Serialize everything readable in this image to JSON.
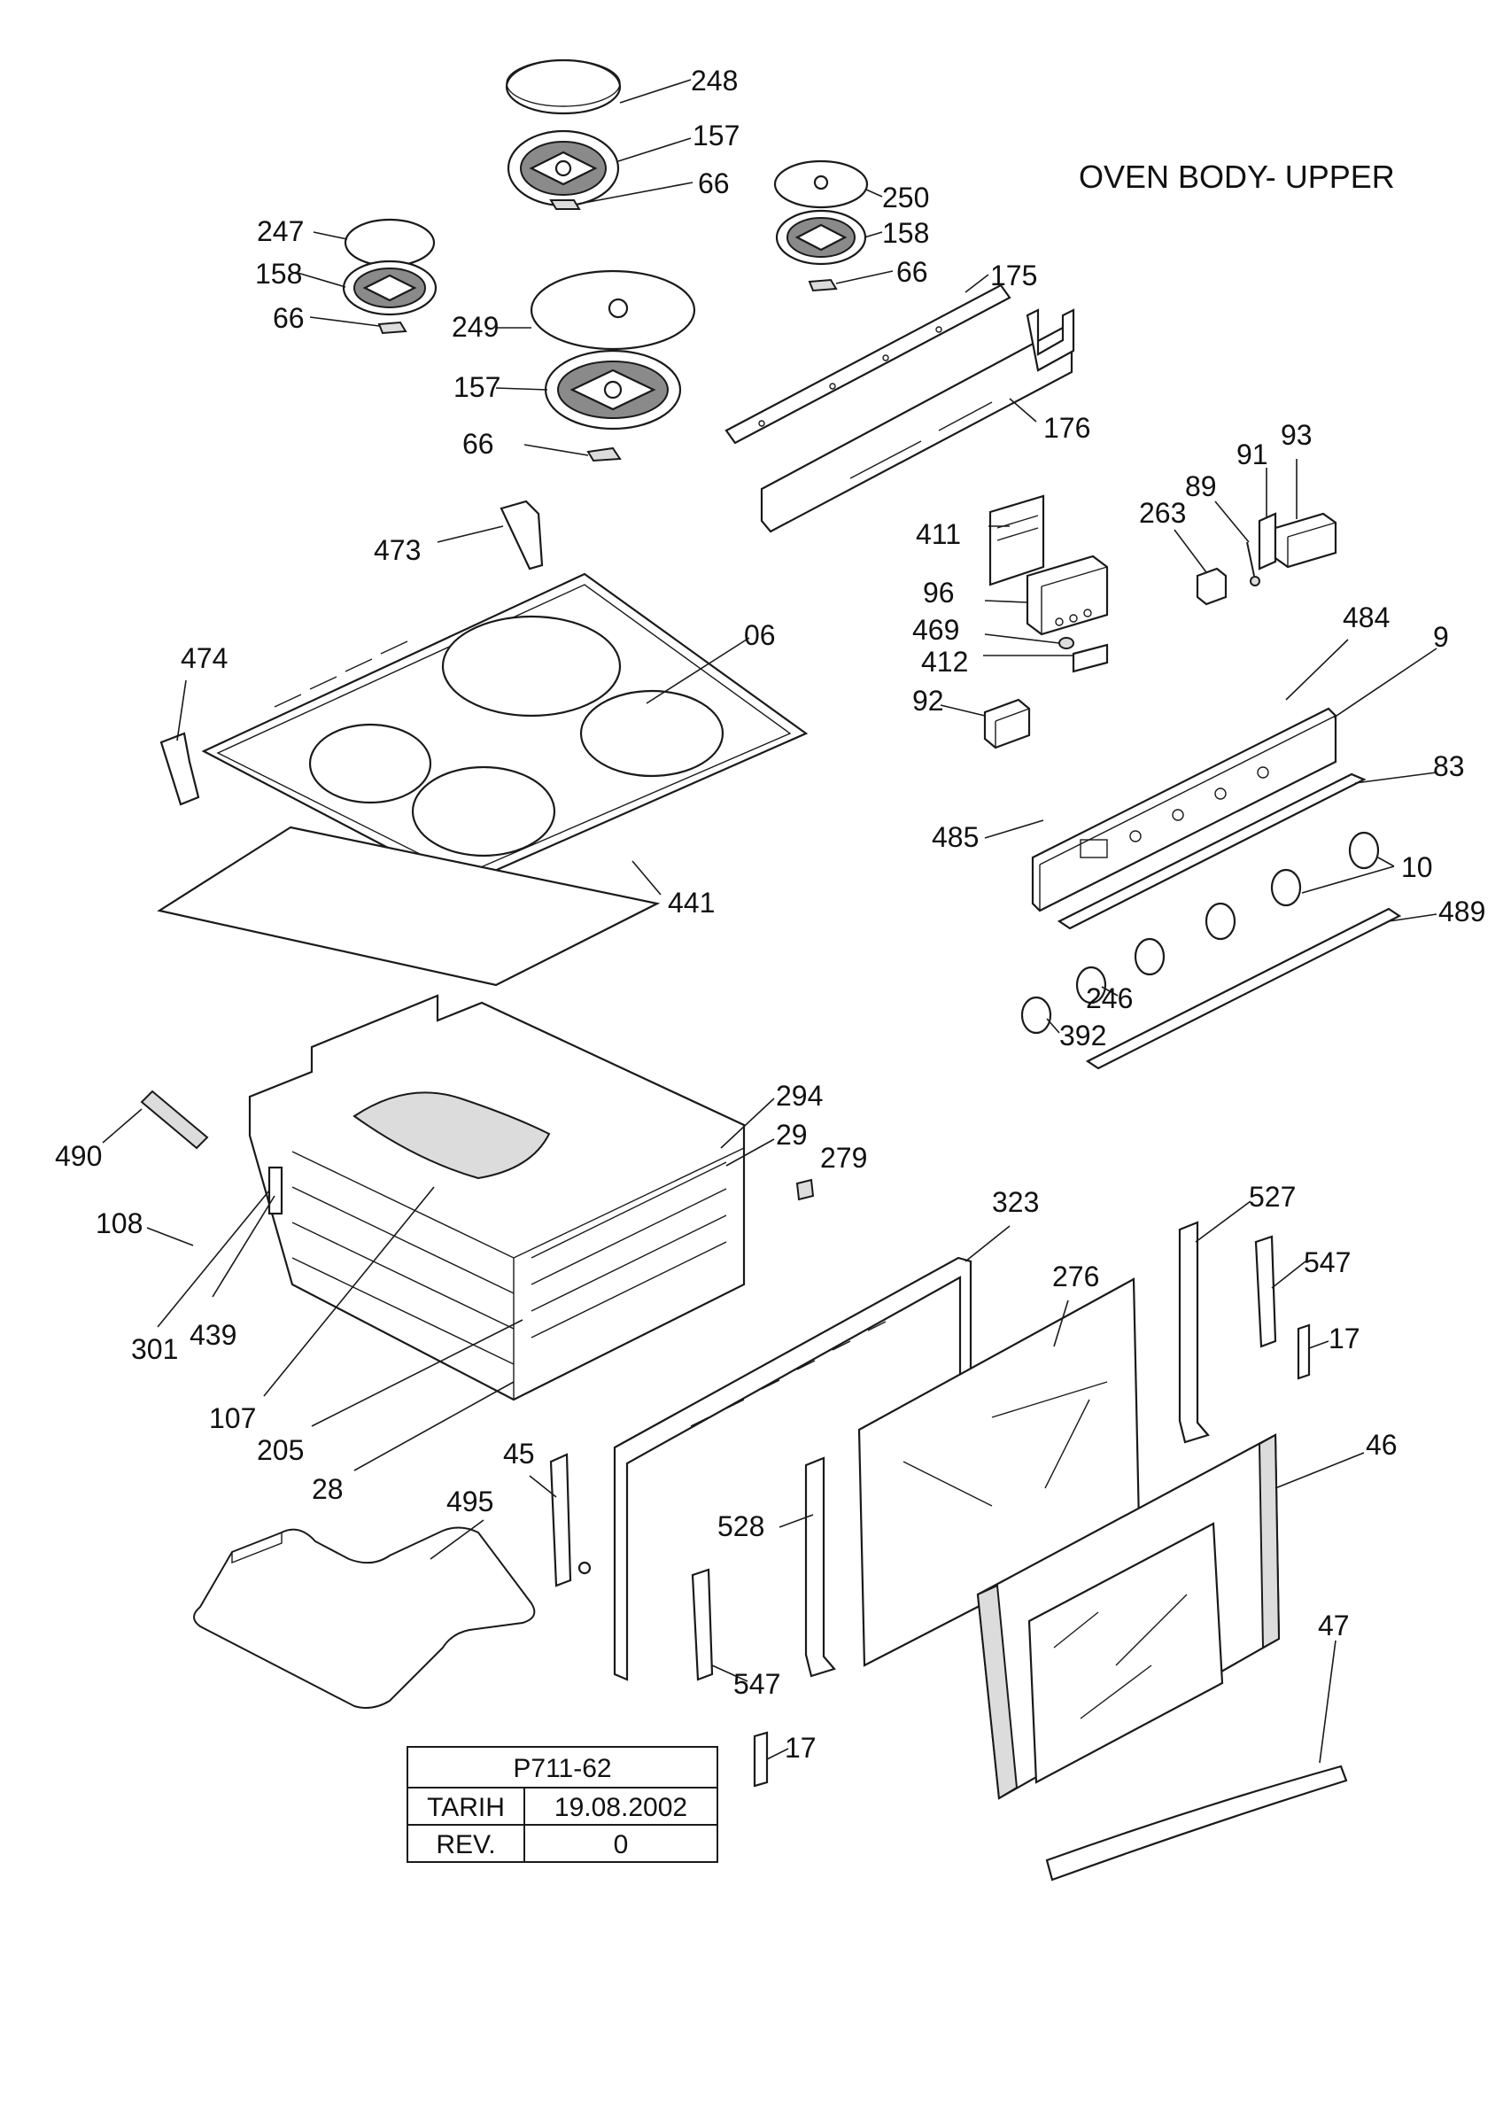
{
  "title": "OVEN BODY- UPPER",
  "title_block": {
    "model": "P711-62",
    "date_label": "TARIH",
    "date_value": "19.08.2002",
    "rev_label": "REV.",
    "rev_value": "0"
  },
  "callouts": {
    "c248": "248",
    "c157a": "157",
    "c66a": "66",
    "c250": "250",
    "c158a": "158",
    "c66b": "66",
    "c247": "247",
    "c158b": "158",
    "c66c": "66",
    "c249": "249",
    "c157b": "157",
    "c66d": "66",
    "c175": "175",
    "c176": "176",
    "c473": "473",
    "c474": "474",
    "c06": "06",
    "c441": "441",
    "c411": "411",
    "c96": "96",
    "c469": "469",
    "c412": "412",
    "c92": "92",
    "c263": "263",
    "c89": "89",
    "c91": "91",
    "c93": "93",
    "c484": "484",
    "c9": "9",
    "c83": "83",
    "c485": "485",
    "c10": "10",
    "c489": "489",
    "c246": "246",
    "c392": "392",
    "c490": "490",
    "c294": "294",
    "c29": "29",
    "c279": "279",
    "c108": "108",
    "c301": "301",
    "c439": "439",
    "c107": "107",
    "c205": "205",
    "c28": "28",
    "c323": "323",
    "c276": "276",
    "c527": "527",
    "c547a": "547",
    "c17a": "17",
    "c45": "45",
    "c495": "495",
    "c528": "528",
    "c46": "46",
    "c547b": "547",
    "c17b": "17",
    "c47": "47"
  }
}
